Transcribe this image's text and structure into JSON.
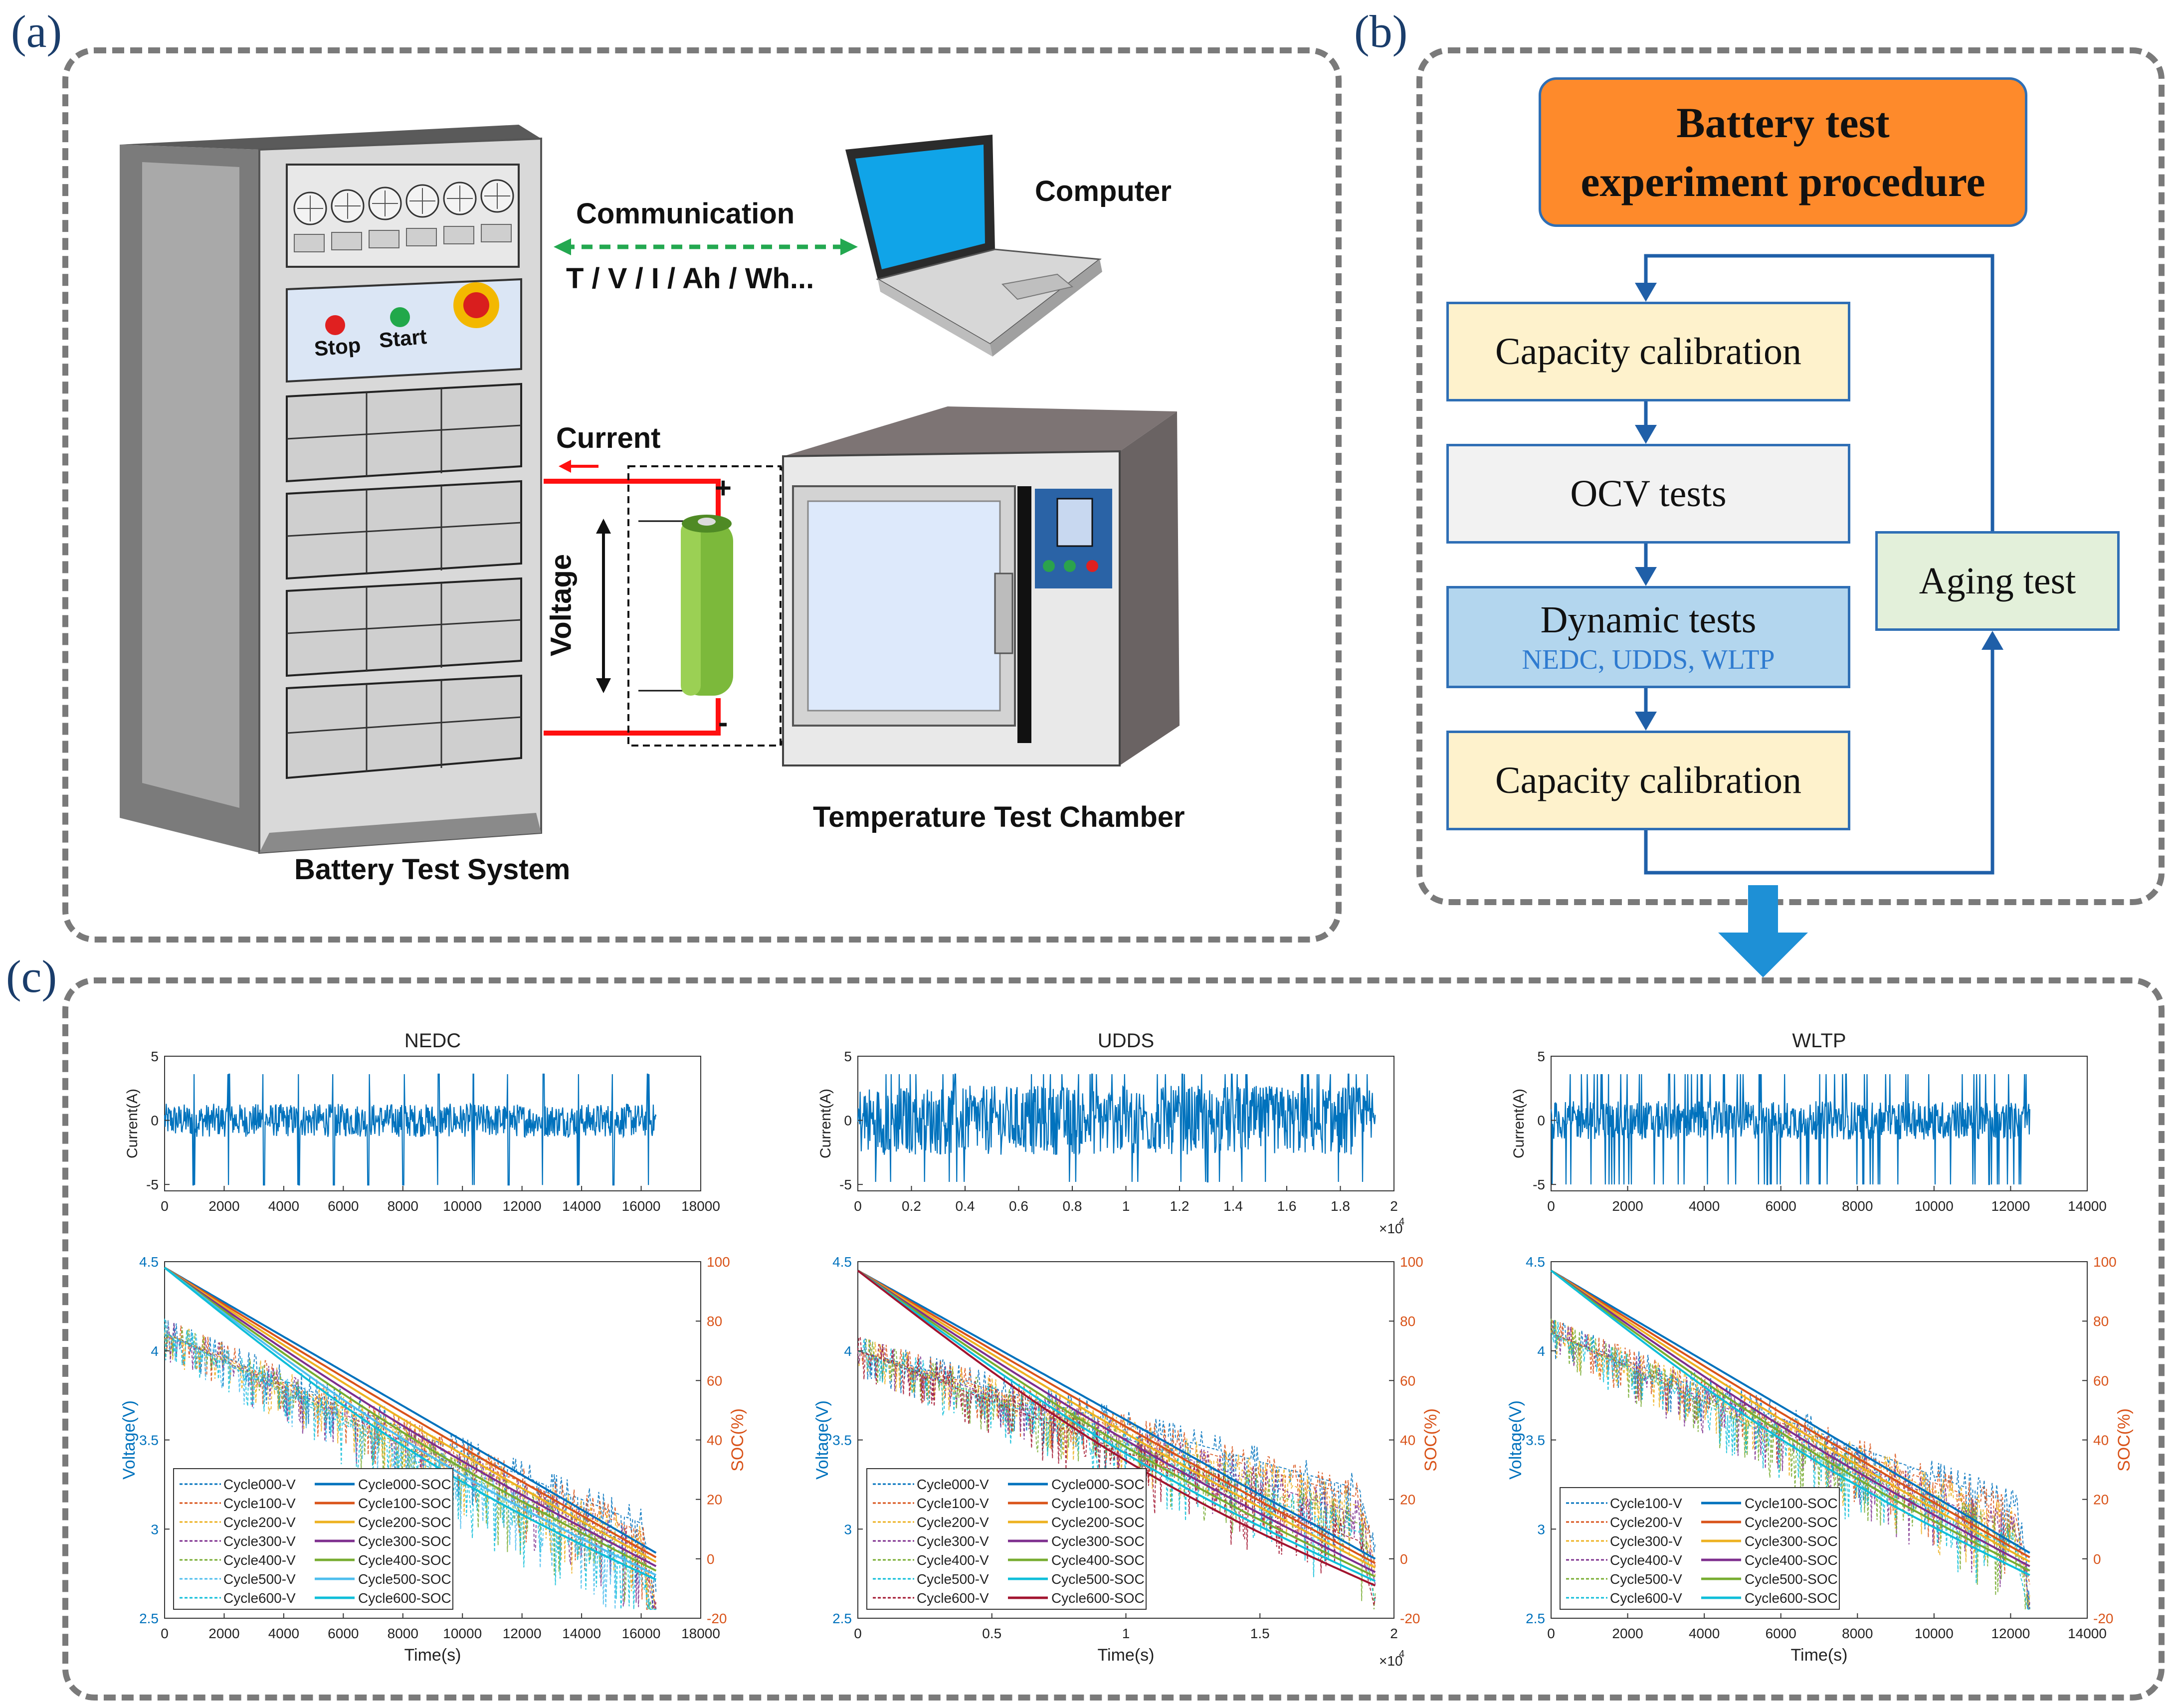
{
  "panels": {
    "a": "(a)",
    "b": "(b)",
    "c": "(c)"
  },
  "panel_a": {
    "stop": "Stop",
    "start": "Start",
    "communication": "Communication",
    "signals": "T / V / I / Ah / Wh...",
    "computer": "Computer",
    "current": "Current",
    "plus": "+",
    "minus": "-",
    "voltage": "Voltage",
    "chamber": "Temperature Test Chamber",
    "system": "Battery Test System"
  },
  "panel_b": {
    "title_line1": "Battery test",
    "title_line2": "experiment procedure",
    "step1": "Capacity calibration",
    "step2": "OCV tests",
    "step3": "Dynamic tests",
    "step3_sub": "NEDC, UDDS, WLTP",
    "step4": "Capacity calibration",
    "aging": "Aging test",
    "colors": {
      "title_bg": "#fe8a2b",
      "cap_bg": "#fef2cc",
      "ocv_bg": "#f2f2f2",
      "dyn_bg": "#b3d6ee",
      "aging_bg": "#e3f0da",
      "arrow": "#1f5fa8"
    }
  },
  "chart_data": [
    {
      "type": "line",
      "title": "NEDC",
      "ylabel": "Current(A)",
      "ylim": [
        -5.5,
        5
      ],
      "yticks": [
        "5",
        "0",
        "-5"
      ],
      "xlim": [
        0,
        18000
      ],
      "xticks": [
        "0",
        "2000",
        "4000",
        "6000",
        "8000",
        "10000",
        "12000",
        "14000",
        "16000",
        "18000"
      ],
      "x_end": 16500,
      "pattern": "periodic",
      "periods": 14
    },
    {
      "type": "line",
      "title": "UDDS",
      "ylabel": "Current(A)",
      "ylim": [
        -5.5,
        5
      ],
      "yticks": [
        "5",
        "0",
        "-5"
      ],
      "xlim": [
        0,
        2
      ],
      "xticks": [
        "0",
        "0.2",
        "0.4",
        "0.6",
        "0.8",
        "1",
        "1.2",
        "1.4",
        "1.6",
        "1.8",
        "2"
      ],
      "x_multiplier": "×10",
      "x_multiplier_exp": "4",
      "x_end": 1.93,
      "pattern": "dense"
    },
    {
      "type": "line",
      "title": "WLTP",
      "ylabel": "Current(A)",
      "ylim": [
        -5.5,
        5
      ],
      "yticks": [
        "5",
        "0",
        "-5"
      ],
      "xlim": [
        0,
        14000
      ],
      "xticks": [
        "0",
        "2000",
        "4000",
        "6000",
        "8000",
        "10000",
        "12000",
        "14000"
      ],
      "x_end": 12500,
      "pattern": "spiky"
    },
    {
      "type": "line",
      "xlabel": "Time(s)",
      "ylabel": "Voltage(V)",
      "y2label": "SOC(%)",
      "ylim": [
        2.5,
        4.5
      ],
      "yticks": [
        "4.5",
        "4",
        "3.5",
        "3",
        "2.5"
      ],
      "y2lim": [
        -20,
        100
      ],
      "y2ticks": [
        "100",
        "80",
        "60",
        "40",
        "20",
        "0",
        "-20"
      ],
      "xlim": [
        0,
        18000
      ],
      "xticks": [
        "0",
        "2000",
        "4000",
        "6000",
        "8000",
        "10000",
        "12000",
        "14000",
        "16000",
        "18000"
      ],
      "x_end": 16500,
      "soc_start": 98,
      "soc_end": 2,
      "v_start": 4.1,
      "v_end": 3.0,
      "legend_position": "bottom-left",
      "series_v": [
        "Cycle000-V",
        "Cycle100-V",
        "Cycle200-V",
        "Cycle300-V",
        "Cycle400-V",
        "Cycle500-V",
        "Cycle600-V"
      ],
      "series_soc": [
        "Cycle000-SOC",
        "Cycle100-SOC",
        "Cycle200-SOC",
        "Cycle300-SOC",
        "Cycle400-SOC",
        "Cycle500-SOC",
        "Cycle600-SOC"
      ],
      "series_colors": [
        "#0072bd",
        "#d95319",
        "#edb120",
        "#7e2f8e",
        "#77ac30",
        "#4dbeee",
        "#0ebed9"
      ]
    },
    {
      "type": "line",
      "xlabel": "Time(s)",
      "ylabel": "Voltage(V)",
      "y2label": "SOC(%)",
      "ylim": [
        2.5,
        4.5
      ],
      "yticks": [
        "4.5",
        "4",
        "3.5",
        "3",
        "2.5"
      ],
      "y2lim": [
        -20,
        100
      ],
      "y2ticks": [
        "100",
        "80",
        "60",
        "40",
        "20",
        "0",
        "-20"
      ],
      "xlim": [
        0,
        2
      ],
      "xticks": [
        "0",
        "0.5",
        "1",
        "1.5",
        "2"
      ],
      "x_multiplier": "×10",
      "x_multiplier_exp": "4",
      "x_end": 1.93,
      "soc_start": 97,
      "soc_end": 0,
      "v_start": 4.0,
      "v_end": 3.2,
      "legend_position": "bottom-left",
      "series_v": [
        "Cycle000-V",
        "Cycle100-V",
        "Cycle200-V",
        "Cycle300-V",
        "Cycle400-V",
        "Cycle500-V",
        "Cycle600-V"
      ],
      "series_soc": [
        "Cycle000-SOC",
        "Cycle100-SOC",
        "Cycle200-SOC",
        "Cycle300-SOC",
        "Cycle400-SOC",
        "Cycle500-SOC",
        "Cycle600-SOC"
      ],
      "series_colors": [
        "#0072bd",
        "#d95319",
        "#edb120",
        "#7e2f8e",
        "#77ac30",
        "#0ebed9",
        "#a2142f"
      ]
    },
    {
      "type": "line",
      "xlabel": "Time(s)",
      "ylabel": "Voltage(V)",
      "y2label": "SOC(%)",
      "ylim": [
        2.5,
        4.5
      ],
      "yticks": [
        "4.5",
        "4",
        "3.5",
        "3",
        "2.5"
      ],
      "y2lim": [
        -20,
        100
      ],
      "y2ticks": [
        "100",
        "80",
        "60",
        "40",
        "20",
        "0",
        "-20"
      ],
      "xlim": [
        0,
        14000
      ],
      "xticks": [
        "0",
        "2000",
        "4000",
        "6000",
        "8000",
        "10000",
        "12000",
        "14000"
      ],
      "x_end": 12500,
      "soc_start": 97,
      "soc_end": 2,
      "v_start": 4.1,
      "v_end": 3.1,
      "legend_position": "bottom-left",
      "series_v": [
        "Cycle100-V",
        "Cycle200-V",
        "Cycle300-V",
        "Cycle400-V",
        "Cycle500-V",
        "Cycle600-V"
      ],
      "series_soc": [
        "Cycle100-SOC",
        "Cycle200-SOC",
        "Cycle300-SOC",
        "Cycle400-SOC",
        "Cycle500-SOC",
        "Cycle600-SOC"
      ],
      "series_colors": [
        "#0072bd",
        "#d95319",
        "#edb120",
        "#7e2f8e",
        "#77ac30",
        "#0ebed9"
      ]
    }
  ]
}
